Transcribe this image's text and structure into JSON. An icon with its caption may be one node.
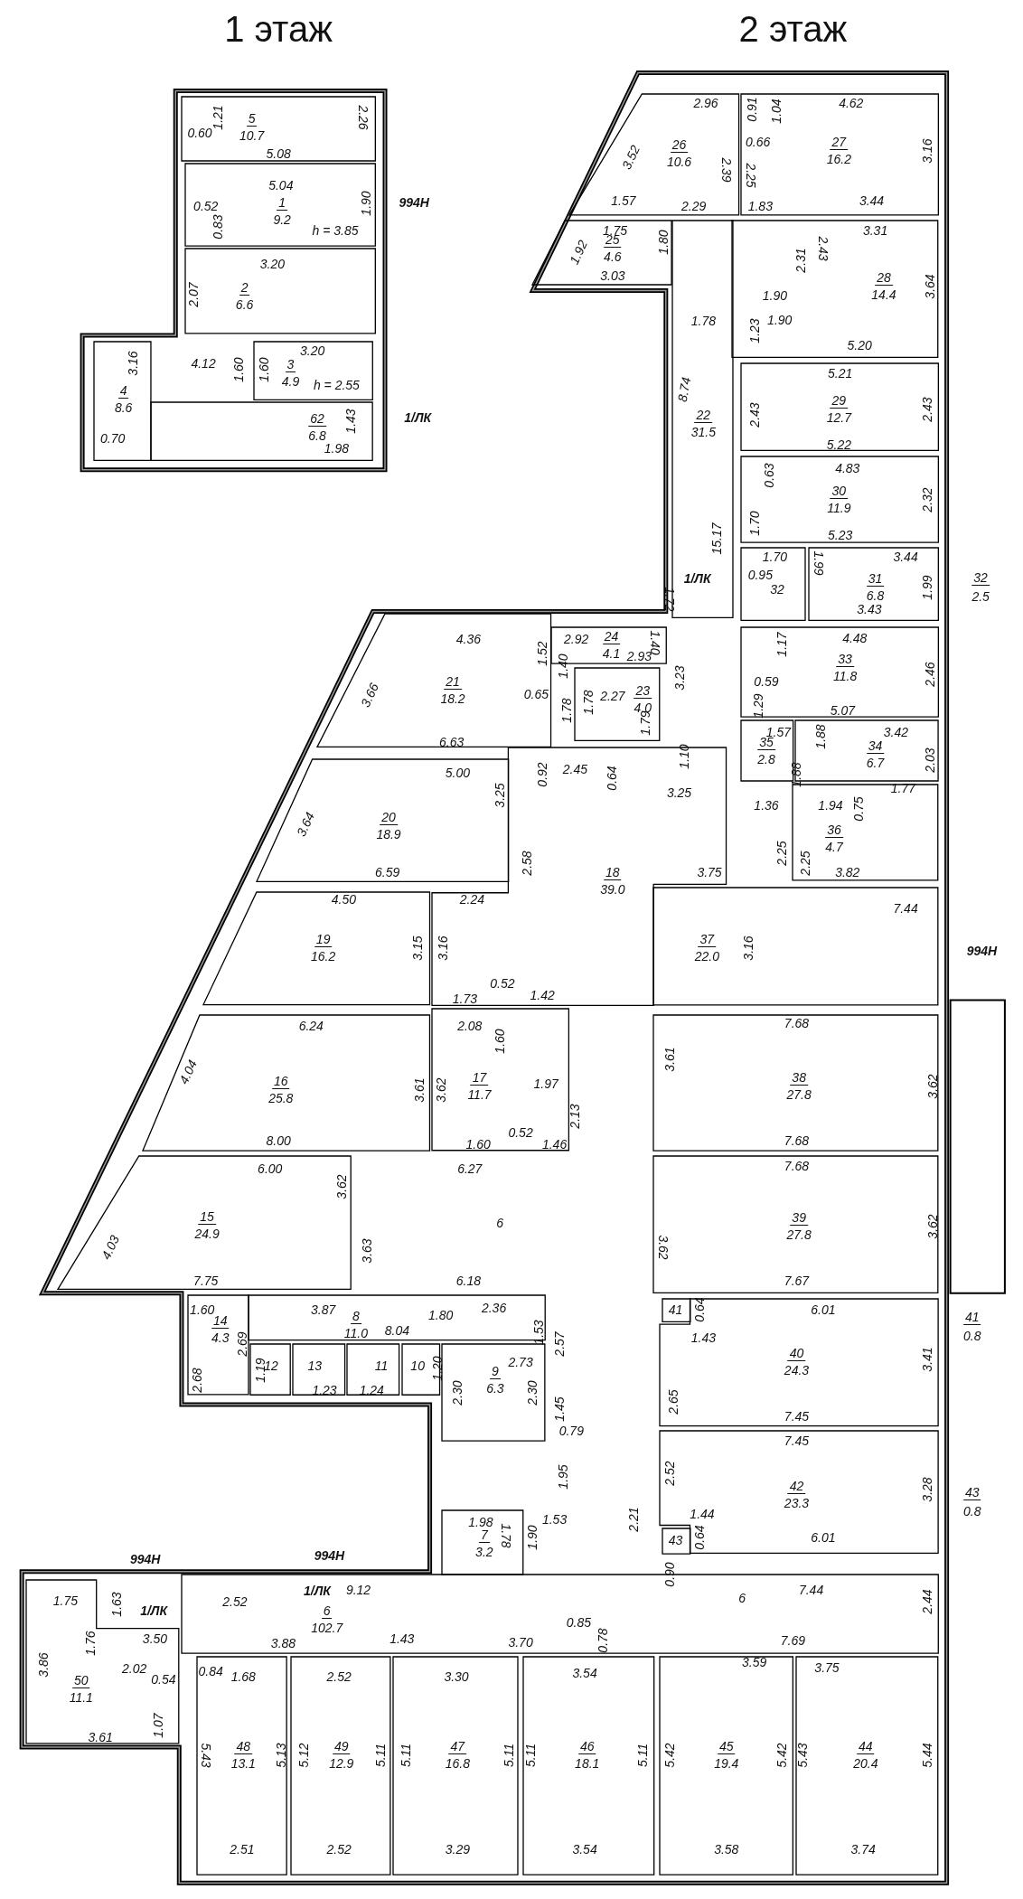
{
  "diagram": {
    "nodes": [
      {
        "text": [
          "5",
          "10.7"
        ]
      },
      {
        "text": [
          "1",
          "9.2",
          "h = 3.85"
        ]
      },
      {
        "text": [
          "2",
          "6.6"
        ]
      },
      {
        "text": [
          "3",
          "4.9",
          "h = 2.55"
        ]
      },
      {
        "text": [
          "4",
          "8.6"
        ]
      },
      {
        "text": [
          "62",
          "6.8"
        ]
      },
      {
        "text": [
          "26",
          "10.6"
        ]
      },
      {
        "text": [
          "27",
          "16.2"
        ]
      },
      {
        "text": [
          "25",
          "4.6"
        ]
      },
      {
        "text": [
          "22",
          "31.5"
        ]
      },
      {
        "text": [
          "28",
          "14.4"
        ]
      },
      {
        "text": [
          "29",
          "12.7"
        ]
      },
      {
        "text": [
          "30",
          "11.9"
        ]
      },
      {
        "text": [
          "32"
        ]
      },
      {
        "text": [
          "31",
          "6.8"
        ]
      },
      {
        "text": [
          "24",
          "4.1"
        ]
      },
      {
        "text": [
          "23",
          "4.0"
        ]
      },
      {
        "text": [
          "33",
          "11.8"
        ]
      },
      {
        "text": [
          "35",
          "2.8"
        ]
      },
      {
        "text": [
          "34",
          "6.7"
        ]
      },
      {
        "text": [
          "36",
          "4.7"
        ]
      },
      {
        "text": [
          "21",
          "18.2"
        ]
      },
      {
        "text": [
          "20",
          "18.9"
        ]
      },
      {
        "text": [
          "18",
          "39.0"
        ]
      },
      {
        "text": [
          "19",
          "16.2"
        ]
      },
      {
        "text": [
          "37",
          "22.0"
        ]
      },
      {
        "text": [
          "16",
          "25.8"
        ]
      },
      {
        "text": [
          "17",
          "11.7"
        ]
      },
      {
        "text": [
          "38",
          "27.8"
        ]
      },
      {
        "text": [
          "15",
          "24.9"
        ]
      },
      {
        "text": [
          "39",
          "27.8"
        ]
      },
      {
        "text": [
          "14",
          "4.3"
        ]
      },
      {
        "text": [
          "8",
          "11.0"
        ]
      },
      {
        "text": [
          "12"
        ]
      },
      {
        "text": [
          "13"
        ]
      },
      {
        "text": [
          "11"
        ]
      },
      {
        "text": [
          "10"
        ]
      },
      {
        "text": [
          "9",
          "6.3"
        ]
      },
      {
        "text": [
          "40",
          "24.3"
        ]
      },
      {
        "text": [
          "41"
        ]
      },
      {
        "text": [
          "42",
          "23.3"
        ]
      },
      {
        "text": [
          "43"
        ]
      },
      {
        "text": [
          "7",
          "3.2"
        ]
      },
      {
        "text": [
          "6",
          "102.7"
        ]
      },
      {
        "text": [
          "50",
          "11.1"
        ]
      },
      {
        "text": [
          "48",
          "13.1"
        ]
      },
      {
        "text": [
          "49",
          "12.9"
        ]
      },
      {
        "text": [
          "47",
          "16.8"
        ]
      },
      {
        "text": [
          "46",
          "18.1"
        ]
      },
      {
        "text": [
          "45",
          "19.4"
        ]
      },
      {
        "text": [
          "44",
          "20.4"
        ]
      }
    ],
    "labels": [
      "1 этаж",
      "2 этаж",
      "1.21",
      "0.60",
      "2.26",
      "5.08",
      "5.04",
      "0.52",
      "1.90",
      "994Н",
      "0.83",
      "3.20",
      "2.07",
      "3.16",
      "4.12",
      "1.60",
      "3.20",
      "1.60",
      "1.43",
      "1/ЛК",
      "0.70",
      "1.98",
      "2.96",
      "0.91",
      "1.04",
      "4.62",
      "3.52",
      "0.66",
      "2.39",
      "2.25",
      "3.16",
      "1.57",
      "2.29",
      "1.83",
      "3.44",
      "1.92",
      "1.75",
      "1.80",
      "3.03",
      "3.31",
      "2.43",
      "2.31",
      "3.64",
      "1.90",
      "1.78",
      "1.23",
      "1.90",
      "5.20",
      "5.21",
      "8.74",
      "2.43",
      "2.43",
      "5.22",
      "4.83",
      "0.63",
      "2.32",
      "1.70",
      "5.23",
      "1/ЛК",
      "15.17",
      "1.70",
      "3.44",
      "1.99",
      "0.95",
      "1.99",
      "32",
      "2.5",
      "1.72",
      "3.43",
      "4.36",
      "2.92",
      "1.40",
      "1.17",
      "4.48",
      "1.52",
      "1.40",
      "2.93",
      "3.23",
      "0.59",
      "2.46",
      "3.66",
      "0.65",
      "1.78",
      "1.78",
      "2.27",
      "1.29",
      "5.07",
      "1.79",
      "1.57",
      "3.42",
      "1.88",
      "6.63",
      "1.10",
      "2.03",
      "5.00",
      "0.92",
      "2.45",
      "0.64",
      "1.88",
      "1.77",
      "3.25",
      "3.25",
      "1.36",
      "1.94",
      "0.75",
      "3.64",
      "6.59",
      "2.58",
      "3.75",
      "2.25",
      "2.25",
      "3.82",
      "4.50",
      "2.24",
      "7.44",
      "3.15",
      "3.16",
      "3.16",
      "994Н",
      "0.52",
      "1.42",
      "1.73",
      "6.24",
      "2.08",
      "7.68",
      "1.60",
      "3.61",
      "4.04",
      "1.97",
      "3.61",
      "3.62",
      "3.62",
      "2.13",
      "0.52",
      "8.00",
      "7.68",
      "1.60",
      "1.46",
      "6.00",
      "6.27",
      "7.68",
      "3.62",
      "6",
      "3.62",
      "3.62",
      "4.03",
      "3.63",
      "7.75",
      "6.18",
      "7.67",
      "1.60",
      "3.87",
      "1.80",
      "2.36",
      "0.64",
      "6.01",
      "41",
      "0.8",
      "1.53",
      "1.43",
      "2.69",
      "8.04",
      "2.57",
      "3.41",
      "2.73",
      "1.19",
      "1.20",
      "2.68",
      "1.23",
      "1.24",
      "2.30",
      "2.30",
      "1.45",
      "2.65",
      "7.45",
      "0.79",
      "7.45",
      "1.95",
      "2.52",
      "3.28",
      "43",
      "1.98",
      "1.53",
      "2.21",
      "1.44",
      "0.8",
      "1.78",
      "1.90",
      "0.64",
      "6.01",
      "994Н",
      "994Н",
      "0.90",
      "1.75",
      "1.63",
      "1/ЛК",
      "2.52",
      "1/ЛК",
      "9.12",
      "6",
      "7.44",
      "2.44",
      "1.76",
      "3.50",
      "3.88",
      "1.43",
      "3.70",
      "0.85",
      "0.78",
      "7.69",
      "3.86",
      "2.02",
      "0.54",
      "0.84",
      "1.68",
      "2.52",
      "3.30",
      "3.54",
      "3.59",
      "3.75",
      "3.61",
      "1.07",
      "5.43",
      "5.13",
      "5.12",
      "5.11",
      "5.11",
      "5.11",
      "5.11",
      "5.11",
      "5.42",
      "5.42",
      "5.43",
      "5.44",
      "2.51",
      "2.52",
      "3.29",
      "3.54",
      "3.58",
      "3.74"
    ]
  }
}
